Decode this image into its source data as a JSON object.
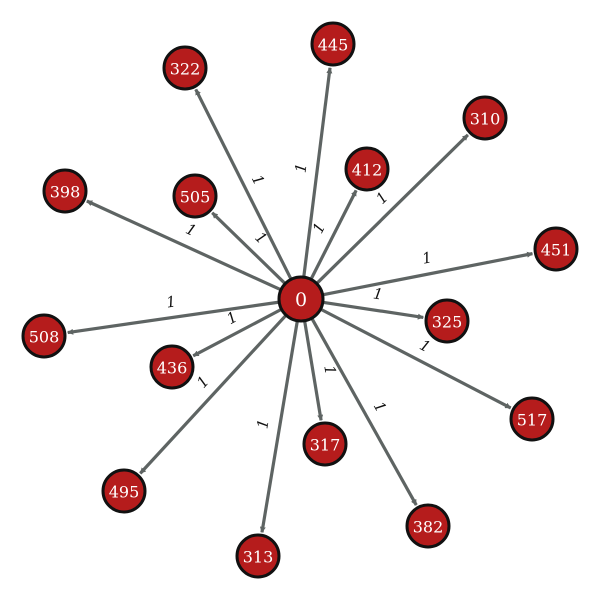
{
  "graph": {
    "hub": {
      "id": "0",
      "label": "0"
    },
    "nodes": [
      {
        "id": "445",
        "label": "445"
      },
      {
        "id": "322",
        "label": "322"
      },
      {
        "id": "412",
        "label": "412"
      },
      {
        "id": "310",
        "label": "310"
      },
      {
        "id": "398",
        "label": "398"
      },
      {
        "id": "505",
        "label": "505"
      },
      {
        "id": "451",
        "label": "451"
      },
      {
        "id": "508",
        "label": "508"
      },
      {
        "id": "325",
        "label": "325"
      },
      {
        "id": "436",
        "label": "436"
      },
      {
        "id": "517",
        "label": "517"
      },
      {
        "id": "317",
        "label": "317"
      },
      {
        "id": "495",
        "label": "495"
      },
      {
        "id": "382",
        "label": "382"
      },
      {
        "id": "313",
        "label": "313"
      }
    ],
    "edges": [
      {
        "source": "0",
        "target": "445",
        "weight": "1"
      },
      {
        "source": "0",
        "target": "322",
        "weight": "1"
      },
      {
        "source": "0",
        "target": "412",
        "weight": "1"
      },
      {
        "source": "0",
        "target": "310",
        "weight": "1"
      },
      {
        "source": "0",
        "target": "398",
        "weight": "1"
      },
      {
        "source": "0",
        "target": "505",
        "weight": "1"
      },
      {
        "source": "0",
        "target": "451",
        "weight": "1"
      },
      {
        "source": "0",
        "target": "508",
        "weight": "1"
      },
      {
        "source": "0",
        "target": "325",
        "weight": "1"
      },
      {
        "source": "0",
        "target": "436",
        "weight": "1"
      },
      {
        "source": "0",
        "target": "517",
        "weight": "1"
      },
      {
        "source": "0",
        "target": "317",
        "weight": "1"
      },
      {
        "source": "0",
        "target": "495",
        "weight": "1"
      },
      {
        "source": "0",
        "target": "382",
        "weight": "1"
      },
      {
        "source": "0",
        "target": "313",
        "weight": "1"
      }
    ],
    "colors": {
      "node_fill": "#b51c1c",
      "node_stroke": "#111111",
      "edge": "#5e6463",
      "label_text": "#ffffff"
    }
  }
}
